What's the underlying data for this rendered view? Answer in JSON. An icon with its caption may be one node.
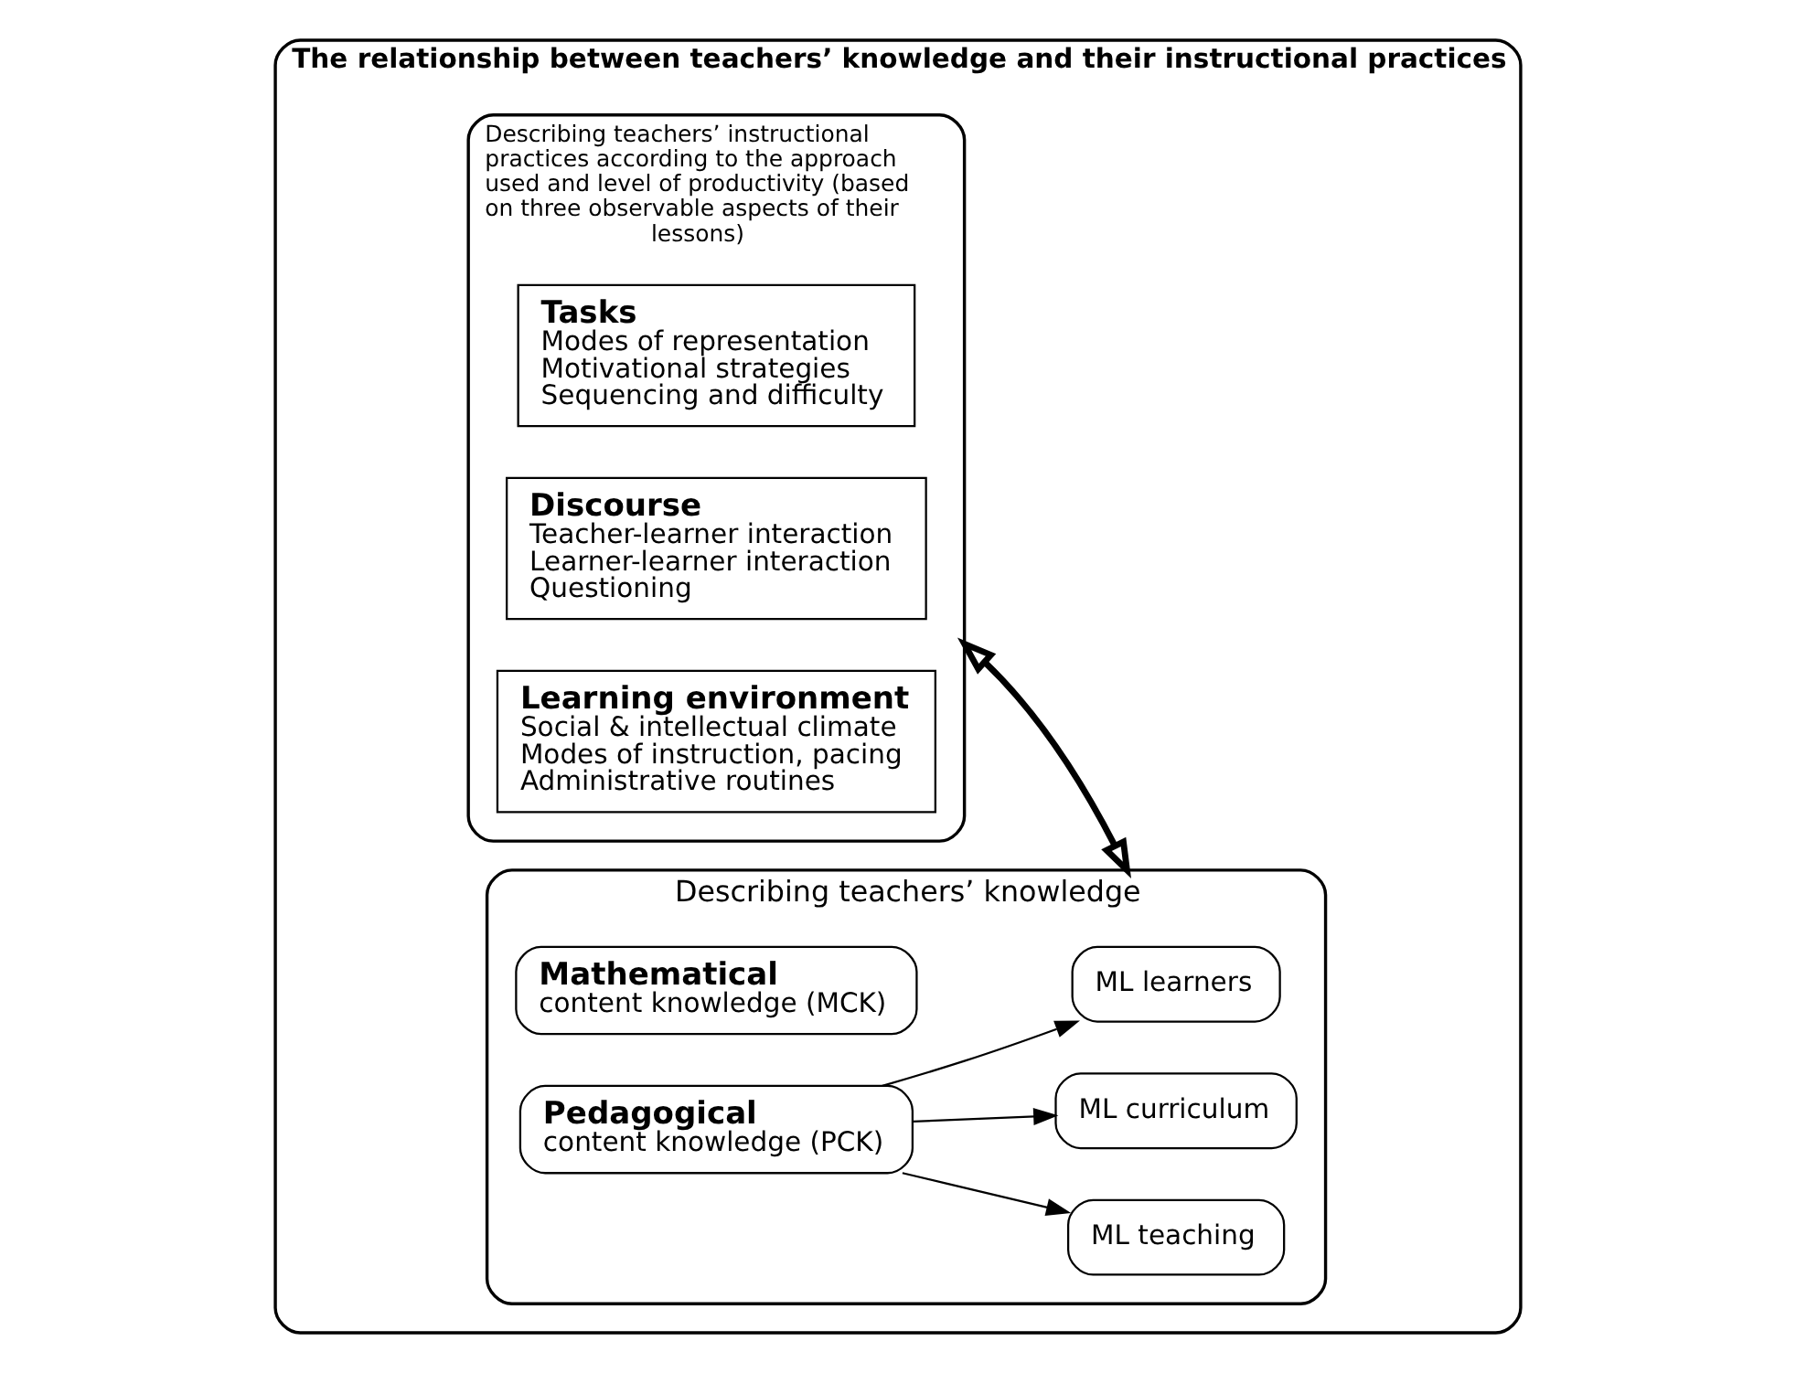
{
  "diagram": {
    "nodes": [
      {
        "text": [
          "The relationship between teachers’ knowledge and their instructional practices"
        ]
      },
      {
        "text": [
          "Describing teachers’ instructional practices according to the approach used and level of productivity (based on three observable aspects of their lessons)"
        ],
        "in": 0
      },
      {
        "text": [
          "Tasks",
          "Modes of representation",
          "Motivational strategies",
          "Sequencing and difficulty"
        ],
        "in": 1
      },
      {
        "text": [
          "Discourse",
          "Teacher-learner interaction",
          "Learner-learner interaction",
          "Questioning"
        ],
        "in": 1
      },
      {
        "text": [
          "Learning environment",
          "Social & intellectual climate",
          "Modes of instruction, pacing",
          "Administrative routines"
        ],
        "in": 1
      },
      {
        "text": [
          "Describing teachers’ knowledge"
        ],
        "in": 0
      },
      {
        "text": [
          "Mathematical",
          "content knowledge (MCK)"
        ],
        "in": 5
      },
      {
        "text": [
          "Pedagogical",
          "content knowledge (PCK)"
        ],
        "in": 5
      },
      {
        "text": [
          "ML learners"
        ],
        "in": 5
      },
      {
        "text": [
          "ML teaching"
        ],
        "in": 5
      },
      {
        "text": [
          "ML curriculum"
        ],
        "in": 5
      }
    ],
    "edges": [
      {
        "from": 1,
        "to": 5,
        "arrow": "both",
        "style": "thick"
      },
      {
        "from": 7,
        "to": 8,
        "arrow": "to"
      },
      {
        "from": 7,
        "to": 9,
        "arrow": "to"
      },
      {
        "from": 7,
        "to": 10,
        "arrow": "to"
      }
    ]
  }
}
